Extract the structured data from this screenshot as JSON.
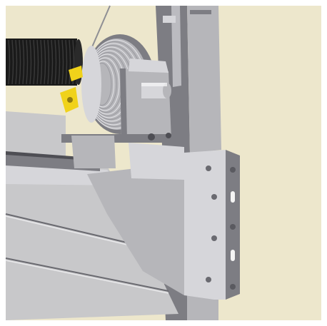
{
  "figure": {
    "kind": "cad-render",
    "colors": {
      "frame": "#ffffff",
      "background": "#ede7cc",
      "steel": "#b6b6ba",
      "steel_dark": "#7d7d83",
      "steel_light": "#d6d6da",
      "panel": "#c8c8ca",
      "spring": "#1a1a1a",
      "accent_yellow": "#f0d21a"
    },
    "parts": [
      "torsion-spring",
      "cable-drum",
      "shaft",
      "drum-bracket",
      "mounting-angle-plate",
      "vertical-track",
      "door-panels",
      "top-rail",
      "lift-cable",
      "spring-clip"
    ]
  }
}
